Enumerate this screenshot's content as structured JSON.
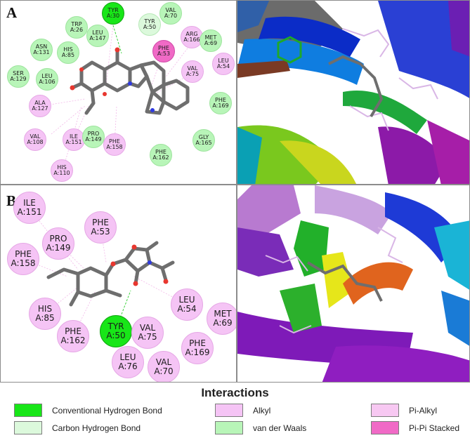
{
  "panels": {
    "a": {
      "label": "A",
      "residues": [
        {
          "name": "TYR\nA:30",
          "type": "conv"
        },
        {
          "name": "TYR\nA:50",
          "type": "chb"
        },
        {
          "name": "VAL\nA:70",
          "type": "vdw"
        },
        {
          "name": "TRP\nA:26",
          "type": "vdw"
        },
        {
          "name": "LEU\nA:147",
          "type": "vdw"
        },
        {
          "name": "ARG\nA:166",
          "type": "alk"
        },
        {
          "name": "MET\nA:69",
          "type": "vdw"
        },
        {
          "name": "ASN\nA:131",
          "type": "vdw"
        },
        {
          "name": "HIS\nA:85",
          "type": "vdw"
        },
        {
          "name": "PHE\nA:53",
          "type": "pipi"
        },
        {
          "name": "LEU\nA:54",
          "type": "alk"
        },
        {
          "name": "SER\nA:129",
          "type": "vdw"
        },
        {
          "name": "LEU\nA:106",
          "type": "vdw"
        },
        {
          "name": "VAL\nA:75",
          "type": "alk"
        },
        {
          "name": "ALA\nA:127",
          "type": "alk"
        },
        {
          "name": "PHE\nA:169",
          "type": "vdw"
        },
        {
          "name": "VAL\nA:108",
          "type": "alk"
        },
        {
          "name": "ILE\nA:151",
          "type": "alk"
        },
        {
          "name": "PRO\nA:149",
          "type": "vdw"
        },
        {
          "name": "PHE\nA:158",
          "type": "alk"
        },
        {
          "name": "GLY\nA:165",
          "type": "vdw"
        },
        {
          "name": "PHE\nA:162",
          "type": "vdw"
        },
        {
          "name": "HIS\nA:110",
          "type": "alk"
        }
      ]
    },
    "b": {
      "label": "B",
      "residues": [
        {
          "name": "ILE\nA:151",
          "type": "alk"
        },
        {
          "name": "PHE\nA:53",
          "type": "alk"
        },
        {
          "name": "PRO\nA:149",
          "type": "alk"
        },
        {
          "name": "PHE\nA:158",
          "type": "alk"
        },
        {
          "name": "HIS\nA:85",
          "type": "alk"
        },
        {
          "name": "LEU\nA:54",
          "type": "alk"
        },
        {
          "name": "MET\nA:69",
          "type": "alk"
        },
        {
          "name": "TYR\nA:50",
          "type": "conv"
        },
        {
          "name": "PHE\nA:162",
          "type": "alk"
        },
        {
          "name": "VAL\nA:75",
          "type": "alk"
        },
        {
          "name": "PHE\nA:169",
          "type": "alk"
        },
        {
          "name": "LEU\nA:76",
          "type": "alk"
        },
        {
          "name": "VAL\nA:70",
          "type": "alk"
        }
      ]
    }
  },
  "legend": {
    "title": "Interactions",
    "items": [
      {
        "label": "Conventional Hydrogen Bond",
        "color": "#18e618"
      },
      {
        "label": "Carbon Hydrogen Bond",
        "color": "#dcf9dc"
      },
      {
        "label": "Alkyl",
        "color": "#f5c4f5"
      },
      {
        "label": "van der Waals",
        "color": "#b8f5b8"
      },
      {
        "label": "Pi-Alkyl",
        "color": "#f7c8f2"
      },
      {
        "label": "Pi-Pi Stacked",
        "color": "#f06ac6"
      }
    ]
  }
}
